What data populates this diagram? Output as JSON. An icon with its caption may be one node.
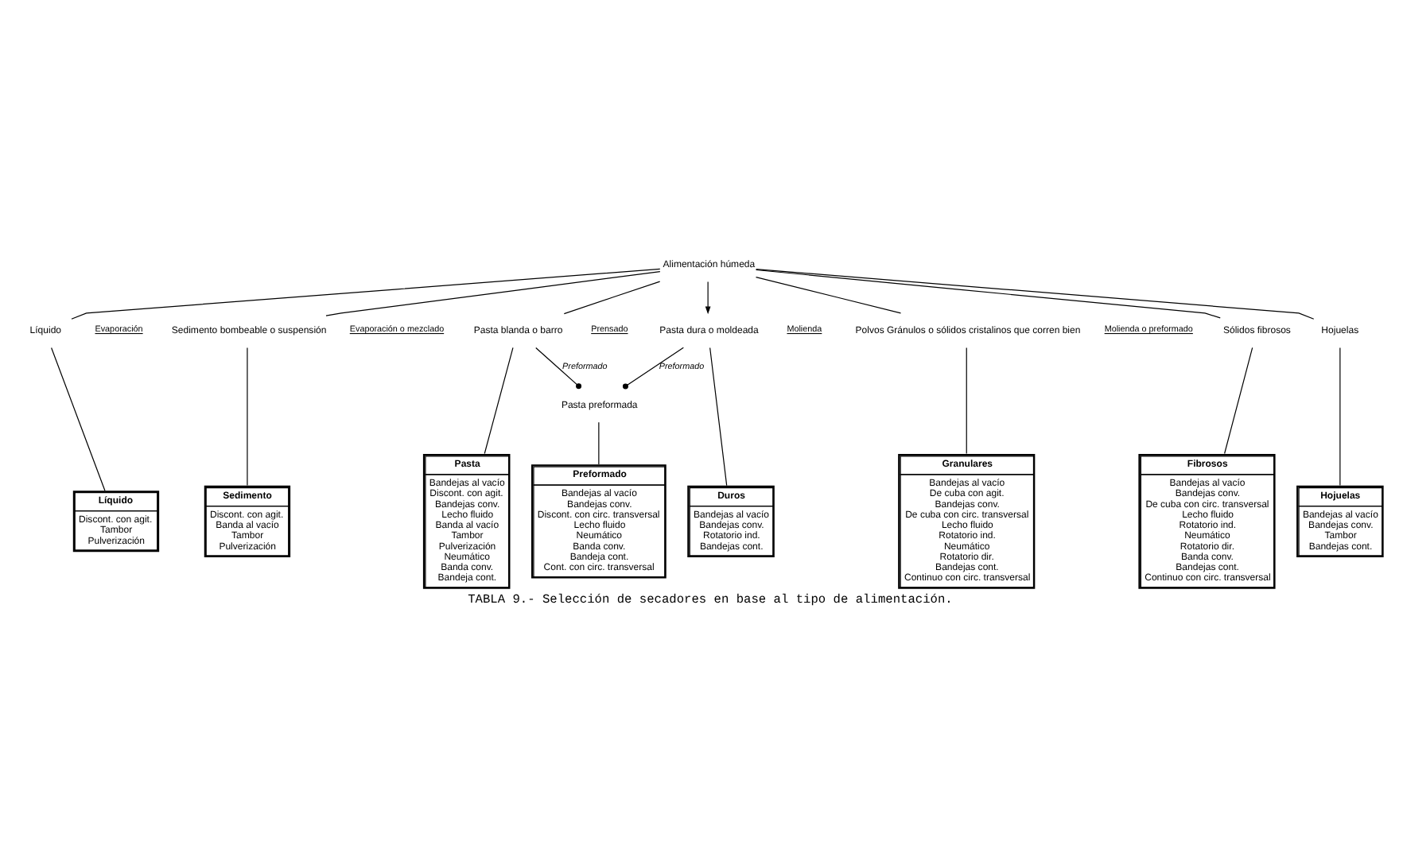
{
  "diagram": {
    "caption": "TABLA 9.- Selección de secadores en base al tipo de alimentación.",
    "nodes": [
      {
        "text": [
          "Alimentación húmeda"
        ]
      },
      {
        "text": [
          "Líquido"
        ]
      },
      {
        "text": [
          "Sedimento bombeable o suspensión"
        ]
      },
      {
        "text": [
          "Pasta blanda o barro"
        ]
      },
      {
        "text": [
          "Pasta dura o moldeada"
        ]
      },
      {
        "text": [
          "Polvos Gránulos o sólidos cristalinos que corren bien"
        ]
      },
      {
        "text": [
          "Sólidos fibrosos"
        ]
      },
      {
        "text": [
          "Hojuelas"
        ]
      },
      {
        "text": [
          "Pasta preformada"
        ]
      },
      {
        "text": [
          "Líquido",
          "Discont. con agit.",
          "Tambor",
          "Pulverización"
        ]
      },
      {
        "text": [
          "Sedimento",
          "Discont. con agit.",
          "Banda al vacío",
          "Tambor",
          "Pulverización"
        ]
      },
      {
        "text": [
          "Pasta",
          "Bandejas al vacío",
          "Discont. con agit.",
          "Bandejas conv.",
          "Lecho fluido",
          "Banda al vacío",
          "Tambor",
          "Pulverización",
          "Neumático",
          "Banda conv.",
          "Bandeja cont."
        ]
      },
      {
        "text": [
          "Preformado",
          "Bandejas al vacío",
          "Bandejas conv.",
          "Discont. con circ. transversal",
          "Lecho fluido",
          "Neumático",
          "Banda conv.",
          "Bandeja cont.",
          "Cont. con circ. transversal"
        ]
      },
      {
        "text": [
          "Duros",
          "Bandejas al vacío",
          "Bandejas conv.",
          "Rotatorio ind.",
          "Bandejas cont."
        ]
      },
      {
        "text": [
          "Granulares",
          "Bandejas al vacío",
          "De cuba con agit.",
          "Bandejas conv.",
          "De cuba con circ. transversal",
          "Lecho fluido",
          "Rotatorio ind.",
          "Neumático",
          "Rotatorio dir.",
          "Bandejas cont.",
          "Continuo con circ. transversal"
        ]
      },
      {
        "text": [
          "Fibrosos",
          "Bandejas al vacío",
          "Bandejas conv.",
          "De cuba con circ. transversal",
          "Lecho fluido",
          "Rotatorio ind.",
          "Neumático",
          "Rotatorio dir.",
          "Banda conv.",
          "Bandejas cont.",
          "Continuo con circ. transversal"
        ]
      },
      {
        "text": [
          "Hojuelas",
          "Bandejas al vacío",
          "Bandejas conv.",
          "Tambor",
          "Bandejas cont."
        ]
      }
    ],
    "edges": [
      {
        "from": 0,
        "to": 1,
        "arrow": "none"
      },
      {
        "from": 0,
        "to": 2,
        "arrow": "none"
      },
      {
        "from": 0,
        "to": 3,
        "arrow": "none"
      },
      {
        "from": 0,
        "to": 4,
        "arrow": "to"
      },
      {
        "from": 0,
        "to": 5,
        "arrow": "none"
      },
      {
        "from": 0,
        "to": 6,
        "arrow": "none"
      },
      {
        "from": 0,
        "to": 7,
        "arrow": "none"
      },
      {
        "from": 3,
        "to": 8,
        "arrow": "other",
        "label": "Preformado"
      },
      {
        "from": 4,
        "to": 8,
        "arrow": "other",
        "label": "Preformado"
      },
      {
        "from": 1,
        "to": 9,
        "arrow": "none"
      },
      {
        "from": 2,
        "to": 10,
        "arrow": "none"
      },
      {
        "from": 3,
        "to": 11,
        "arrow": "none"
      },
      {
        "from": 8,
        "to": 12,
        "arrow": "none"
      },
      {
        "from": 4,
        "to": 13,
        "arrow": "none"
      },
      {
        "from": 5,
        "to": 14,
        "arrow": "none"
      },
      {
        "from": 6,
        "to": 15,
        "arrow": "none"
      },
      {
        "from": 7,
        "to": 16,
        "arrow": "none"
      }
    ],
    "labels": [
      "Evaporación",
      "Evaporación o mezclado",
      "Prensado",
      "Molienda",
      "Molienda o preformado"
    ]
  }
}
